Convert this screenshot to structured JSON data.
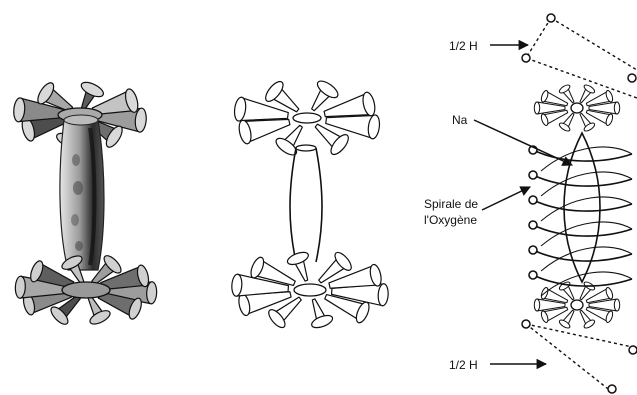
{
  "figure": {
    "panels": [
      {
        "name": "engraving",
        "style": "shaded"
      },
      {
        "name": "line-drawing",
        "style": "outline"
      },
      {
        "name": "molecule-schematic",
        "style": "annotated"
      }
    ],
    "labels": {
      "half_h_top": "1/2 H",
      "na": "Na",
      "spiral_line1": "Spirale de",
      "spiral_line2": "l'Oxygène",
      "half_h_bottom": "1/2 H"
    },
    "colors": {
      "ink": "#111111",
      "shade_dark": "#2b2b2b",
      "shade_mid": "#8a8a8a",
      "shade_light": "#cfcfcf",
      "background": "#ffffff"
    }
  }
}
